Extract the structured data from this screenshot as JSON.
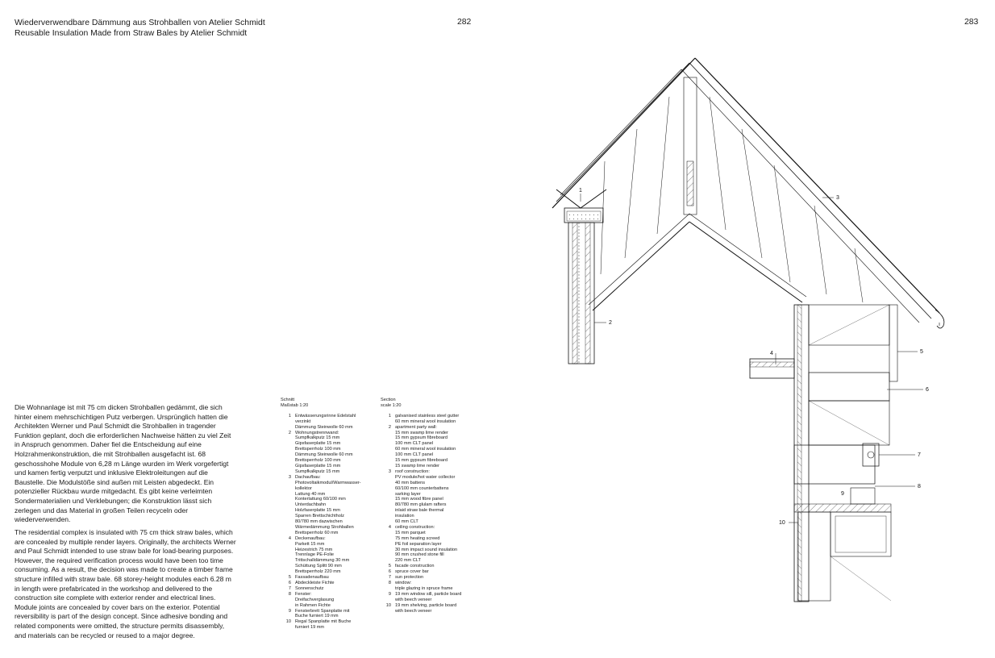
{
  "header": {
    "title_de": "Wiederverwendbare Dämmung aus Strohballen von Atelier Schmidt",
    "title_en": "Reusable Insulation Made from Straw Bales by Atelier Schmidt",
    "page_left": "282",
    "page_right": "283"
  },
  "body_de": "Die Wohnanlage ist mit 75 cm dicken Strohballen gedämmt, die sich hinter einem mehrschichtigen Putz verbergen. Ursprünglich hatten die Architekten Werner und Paul Schmidt die Strohballen in tragender Funktion geplant, doch die erforderlichen Nachweise hätten zu viel Zeit in Anspruch genommen. Daher fiel die Entscheidung auf eine Holzrahmenkonstruktion, die mit Strohballen ausgefacht ist. 68 geschosshohe Module von 6,28 m Länge wurden im Werk vorgefertigt und kamen fertig verputzt und inklusive Elektroleitungen auf die Baustelle. Die Modulstöße sind außen mit Leisten abgedeckt. Ein potenzieller Rückbau wurde mitgedacht. Es gibt keine verleimten Sondermaterialien und Verklebungen; die Konstruktion lässt sich zerlegen und das Material in großen Teilen recyceln oder wiederverwenden.",
  "body_en": "The residential complex is insulated with 75 cm thick straw bales, which are concealed by multiple render layers. Originally, the architects Werner and Paul Schmidt intended to use straw bale for load-bearing purposes. However, the required verification process would have been too time consuming. As a result, the decision was made to create a timber frame structure infilled with straw bale. 68 storey-height modules each 6.28 m in length were prefabricated in the workshop and delivered to the construction site complete with exterior render and electrical lines. Module joints are concealed by cover bars on the exterior. Potential reversibility is part of the design concept. Since adhesive bonding and related components were omitted, the structure permits disassembly, and materials can be recycled or reused to a major degree.",
  "legend_de": {
    "head": [
      "Schnitt",
      "Maßstab 1:20"
    ],
    "items": [
      {
        "num": "1",
        "lines": [
          "Entwässerungsrinne Edelstahl",
          "verzinkt",
          "Dämmung Steinwolle 60 mm"
        ]
      },
      {
        "num": "2",
        "lines": [
          "Wohnungstrennwand:",
          "Sumpfkalkputz 15 mm",
          "Gipsfaserplatte 15 mm",
          "Brettsperrholz 100 mm",
          "Dämmung Steinwolle 60 mm",
          "Brettsperrholz 100 mm",
          "Gipsfaserplatte 15 mm",
          "Sumpfkalkputz 15 mm"
        ]
      },
      {
        "num": "3",
        "lines": [
          "Dachaufbau:",
          "Photovoltaikmodul/Warmwasser-",
          "kollektor",
          "Lattung 40 mm",
          "Konterlattung 60/100 mm",
          "Unterdachbahn",
          "Holzfaserplatte 15 mm",
          "Sparren Brettschichtholz",
          "80/780 mm dazwischen",
          "Wärmedämmung Strohballen",
          "Brettsperrholz 60 mm"
        ]
      },
      {
        "num": "4",
        "lines": [
          "Deckenaufbau:",
          "Parkett 15 mm",
          "Heizestrich 75 mm",
          "Trennlage PE-Folie",
          "Trittschalldämmung 30 mm",
          "Schüttung Splitt 90 mm",
          "Brettsperrholz 220 mm"
        ]
      },
      {
        "num": "5",
        "lines": [
          "Fassadenaufbau"
        ]
      },
      {
        "num": "6",
        "lines": [
          "Abdeckleiste Fichte"
        ]
      },
      {
        "num": "7",
        "lines": [
          "Sonnenschutz"
        ]
      },
      {
        "num": "8",
        "lines": [
          "Fenster:",
          "Dreifachverglasung",
          "in Rahmen Fichte"
        ]
      },
      {
        "num": "9",
        "lines": [
          "Fensterbrett Spanplatte mit",
          "Buche furniert 19 mm"
        ]
      },
      {
        "num": "10",
        "lines": [
          "Regal Spanplatte mit Buche",
          "furniert 19 mm"
        ]
      }
    ]
  },
  "legend_en": {
    "head": [
      "Section",
      "scale 1:20"
    ],
    "items": [
      {
        "num": "1",
        "lines": [
          "galvanised stainless steel gutter",
          "60 mm mineral wool insulation"
        ]
      },
      {
        "num": "2",
        "lines": [
          "apartment party wall:",
          "15 mm swamp lime render",
          "15 mm gypsum fibreboard",
          "100 mm CLT panel",
          "60 mm mineral wool insulation",
          "100 mm CLT panel",
          "15 mm gypsum fibreboard",
          "15 swamp lime render"
        ]
      },
      {
        "num": "3",
        "lines": [
          "roof construction:",
          "PV module/hot water collector",
          "40 mm battens",
          "60/100 mm counterbattens",
          "sarking layer",
          "15 mm wood fibre panel",
          "80/780 mm glulam rafters",
          "inlaid straw bale thermal",
          "insulation",
          "60 mm CLT"
        ]
      },
      {
        "num": "4",
        "lines": [
          "ceiling construction:",
          "15 mm parquet",
          "75 mm heating screed",
          "PE foil separation layer",
          "30 mm impact sound insulation",
          "90 mm crushed stone fill",
          "220 mm CLT"
        ]
      },
      {
        "num": "5",
        "lines": [
          "facade construction"
        ]
      },
      {
        "num": "6",
        "lines": [
          "spruce cover bar"
        ]
      },
      {
        "num": "7",
        "lines": [
          "sun protection"
        ]
      },
      {
        "num": "8",
        "lines": [
          "window:",
          "triple glazing in spruce frame"
        ]
      },
      {
        "num": "9",
        "lines": [
          "19 mm window sill, particle board",
          "with beech veneer"
        ]
      },
      {
        "num": "10",
        "lines": [
          "19 mm shelving, particle board",
          "with beech veneer"
        ]
      }
    ]
  },
  "drawing": {
    "callouts": [
      "1",
      "2",
      "3",
      "4",
      "5",
      "6",
      "7",
      "8",
      "9",
      "10"
    ]
  }
}
